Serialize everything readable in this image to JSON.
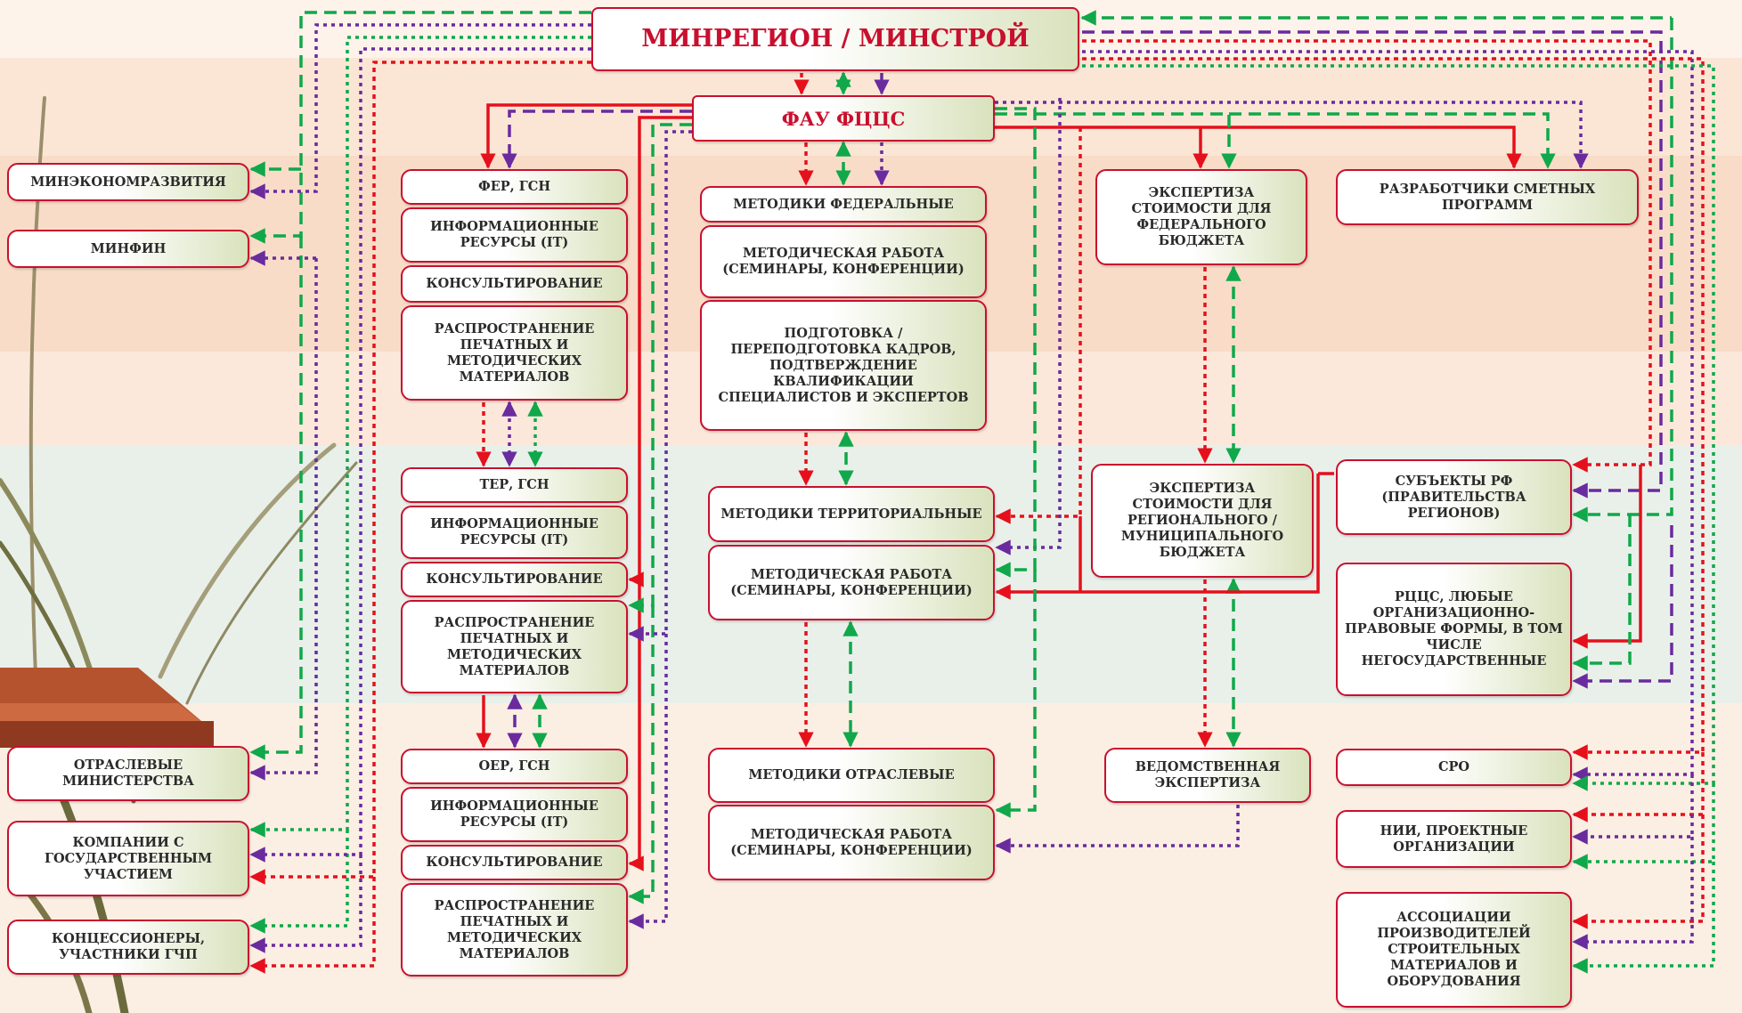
{
  "colors": {
    "red": "#e5101c",
    "green": "#10a84a",
    "purple": "#6a2b9e",
    "box_border": "#c8102e",
    "title_text": "#c8102e"
  },
  "top": {
    "minregion": "МИНРЕГИОН / МИНСТРОЙ",
    "fau": "ФАУ ФЦЦС"
  },
  "left_column": {
    "mineconom": "МИНЭКОНОМРАЗВИТИЯ",
    "minfin": "МИНФИН",
    "otrasl_min": "ОТРАСЛЕВЫЕ МИНИСТЕРСТВА",
    "kompanii": "КОМПАНИИ С ГОСУДАРСТВЕННЫМ УЧАСТИЕМ",
    "koncess": "КОНЦЕССИОНЕРЫ, УЧАСТНИКИ ГЧП"
  },
  "fer_group": [
    "ФЕР, ГСН",
    "ИНФОРМАЦИОННЫЕ РЕСУРСЫ (IT)",
    "КОНСУЛЬТИРОВАНИЕ",
    "РАСПРОСТРАНЕНИЕ ПЕЧАТНЫХ И МЕТОДИЧЕСКИХ МАТЕРИАЛОВ"
  ],
  "ter_group": [
    "ТЕР, ГСН",
    "ИНФОРМАЦИОННЫЕ РЕСУРСЫ (IT)",
    "КОНСУЛЬТИРОВАНИЕ",
    "РАСПРОСТРАНЕНИЕ ПЕЧАТНЫХ И МЕТОДИЧЕСКИХ МАТЕРИАЛОВ"
  ],
  "oer_group": [
    "ОЕР, ГСН",
    "ИНФОРМАЦИОННЫЕ РЕСУРСЫ (IT)",
    "КОНСУЛЬТИРОВАНИЕ",
    "РАСПРОСТРАНЕНИЕ ПЕЧАТНЫХ И МЕТОДИЧЕСКИХ МАТЕРИАЛОВ"
  ],
  "method_fed": [
    "МЕТОДИКИ ФЕДЕРАЛЬНЫЕ",
    "МЕТОДИЧЕСКАЯ РАБОТА (СЕМИНАРЫ, КОНФЕРЕНЦИИ)",
    "ПОДГОТОВКА / ПЕРЕПОДГОТОВКА КАДРОВ, ПОДТВЕРЖДЕНИЕ КВАЛИФИКАЦИИ СПЕЦИАЛИСТОВ И ЭКСПЕРТОВ"
  ],
  "method_terr": [
    "МЕТОДИКИ ТЕРРИТОРИАЛЬНЫЕ",
    "МЕТОДИЧЕСКАЯ РАБОТА (СЕМИНАРЫ, КОНФЕРЕНЦИИ)"
  ],
  "method_otrasl": [
    "МЕТОДИКИ ОТРАСЛЕВЫЕ",
    "МЕТОДИЧЕСКАЯ РАБОТА (СЕМИНАРЫ, КОНФЕРЕНЦИИ)"
  ],
  "expertise": {
    "federal": "ЭКСПЕРТИЗА СТОИМОСТИ ДЛЯ ФЕДЕРАЛЬНОГО БЮДЖЕТА",
    "regional": "ЭКСПЕРТИЗА СТОИМОСТИ ДЛЯ РЕГИОНАЛЬНОГО / МУНИЦИПАЛЬНОГО БЮДЖЕТА",
    "vedomstv": "ВЕДОМСТВЕННАЯ ЭКСПЕРТИЗА"
  },
  "right_column": {
    "razrab": "РАЗРАБОТЧИКИ СМЕТНЫХ ПРОГРАММ",
    "subjects": "СУБЪЕКТЫ РФ (ПРАВИТЕЛЬСТВА РЕГИОНОВ)",
    "rccs": "РЦЦС, ЛЮБЫЕ ОРГАНИЗАЦИОННО-ПРАВОВЫЕ ФОРМЫ, В ТОМ ЧИСЛЕ НЕГОСУДАРСТВЕННЫЕ",
    "sro": "СРО",
    "nii": "НИИ, ПРОЕКТНЫЕ ОРГАНИЗАЦИИ",
    "assoc": "АССОЦИАЦИИ ПРОИЗВОДИТЕЛЕЙ СТРОИТЕЛЬНЫХ МАТЕРИАЛОВ И ОБОРУДОВАНИЯ"
  }
}
